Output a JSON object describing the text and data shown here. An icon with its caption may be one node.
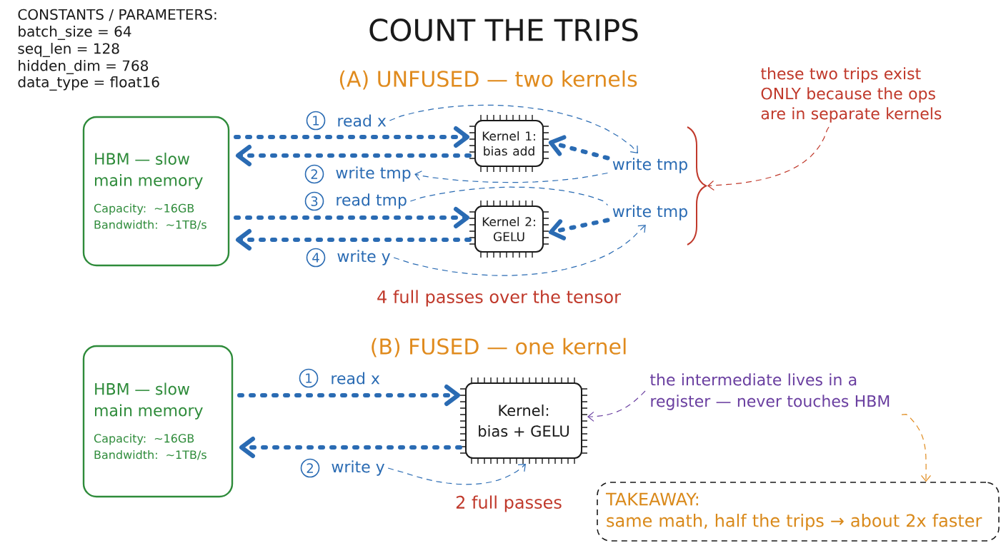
{
  "diagram": {
    "title": "COUNT THE TRIPS",
    "nodes": [
      {
        "text": [
          "HBM — slow main memory",
          "Capacity: ~16GB",
          "Bandwidth: ~1TB/s"
        ]
      },
      {
        "text": [
          "1",
          "read x"
        ]
      },
      {
        "text": [
          "Kernel 1:",
          "bias add"
        ]
      },
      {
        "text": [
          "write tmp"
        ]
      },
      {
        "text": [
          "2",
          "write tmp"
        ]
      },
      {
        "text": [
          "3",
          "read tmp"
        ]
      },
      {
        "text": [
          "Kernel 2:",
          "GELU"
        ]
      },
      {
        "text": [
          "write tmp"
        ]
      },
      {
        "text": [
          "4",
          "write y"
        ]
      },
      {
        "text": [
          "these two trips exist ONLY because the ops are in separate kernels"
        ]
      },
      {
        "text": [],
        "shape": "brace"
      },
      {
        "text": [
          "HBM — slow main memory",
          "Capacity: ~16GB",
          "Bandwidth: ~1TB/s"
        ]
      },
      {
        "text": [
          "1",
          "read x"
        ]
      },
      {
        "text": [
          "Kernel:",
          "bias + GELU"
        ]
      },
      {
        "text": [
          "the intermediate lives in a register — never touches HBM"
        ]
      },
      {
        "text": [
          "2",
          "write y"
        ]
      },
      {
        "text": [
          "TAKEAWAY:",
          "same math, half the trips → about 2x faster"
        ]
      }
    ],
    "edges": [
      {
        "from": 0,
        "to": 2,
        "arrow": "to",
        "style": "dashed"
      },
      {
        "from": 2,
        "to": 0,
        "arrow": "to",
        "style": "dashed"
      },
      {
        "from": 0,
        "to": 6,
        "arrow": "to",
        "style": "dashed"
      },
      {
        "from": 6,
        "to": 0,
        "arrow": "to",
        "style": "dashed"
      },
      {
        "from": 3,
        "to": 2,
        "arrow": "to",
        "style": "dashed"
      },
      {
        "from": 7,
        "to": 6,
        "arrow": "to",
        "style": "dashed"
      },
      {
        "from": 1,
        "to": 3,
        "arrow": "to",
        "style": "dashed"
      },
      {
        "from": 3,
        "to": 4,
        "arrow": "to",
        "style": "dashed"
      },
      {
        "from": 5,
        "to": 7,
        "arrow": "none",
        "style": "dashed"
      },
      {
        "from": 8,
        "to": 7,
        "arrow": "to",
        "style": "dashed"
      },
      {
        "from": 9,
        "to": 10,
        "arrow": "to",
        "style": "dashed",
        "color": "#c0392b"
      },
      {
        "from": 11,
        "to": 13,
        "arrow": "to",
        "style": "dashed"
      },
      {
        "from": 13,
        "to": 11,
        "arrow": "to",
        "style": "dashed"
      },
      {
        "from": 15,
        "to": 13,
        "arrow": "to",
        "style": "dashed"
      },
      {
        "from": 14,
        "to": 13,
        "arrow": "to",
        "style": "dashed",
        "color": "#6a3fa0"
      },
      {
        "from": 14,
        "to": 16,
        "arrow": "to",
        "style": "dashed",
        "color": "#e08b1e"
      }
    ],
    "labels": [
      "CONSTANTS / PARAMETERS:",
      "batch_size = 64",
      "seq_len = 128",
      "hidden_dim = 768",
      "data_type = float16",
      "(A) UNFUSED — two kernels",
      "4 full passes over the tensor",
      "(B) FUSED — one kernel",
      "2 full passes"
    ]
  }
}
